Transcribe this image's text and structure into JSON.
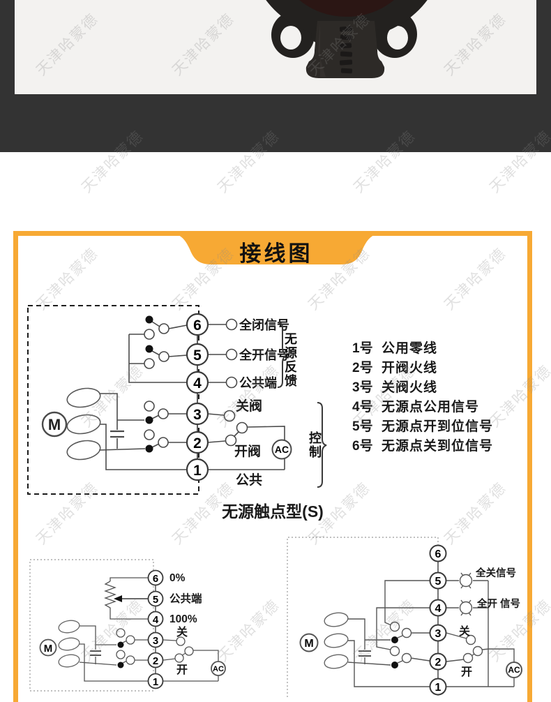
{
  "watermark": {
    "text": "天津哈蒙德"
  },
  "colors": {
    "accent_orange": "#F7A934",
    "frame_dark": "#333333"
  },
  "banner": {
    "title": "接线图"
  },
  "diagram_s": {
    "caption": "无源触点型(S)",
    "motor_label": "M",
    "ac_label": "AC",
    "terminals": [
      "6",
      "5",
      "4",
      "3",
      "2",
      "1"
    ],
    "contact_labels": {
      "t6": "全闭信号",
      "t5": "全开信号",
      "t4": "公共端",
      "t3": "关阀",
      "t2": "开阀",
      "t1": "公共"
    },
    "group_feedback": "无源反馈",
    "group_control": "控制"
  },
  "terminal_list": [
    {
      "num": "1号",
      "desc": "公用零线"
    },
    {
      "num": "2号",
      "desc": "开阀火线"
    },
    {
      "num": "3号",
      "desc": "关阀火线"
    },
    {
      "num": "4号",
      "desc": "无源点公用信号"
    },
    {
      "num": "5号",
      "desc": "无源点开到位信号"
    },
    {
      "num": "6号",
      "desc": "无源点关到位信号"
    }
  ],
  "diagram_pot": {
    "motor_label": "M",
    "ac_label": "AC",
    "terminals": [
      "6",
      "5",
      "4",
      "3",
      "2",
      "1"
    ],
    "labels": {
      "t6": "0%",
      "t5": "公共端",
      "t4": "100%",
      "t3": "关",
      "t2": "开"
    }
  },
  "diagram_lamp": {
    "motor_label": "M",
    "ac_label": "AC",
    "terminals": [
      "6",
      "5",
      "4",
      "3",
      "2",
      "1"
    ],
    "labels": {
      "t5": "全关信号",
      "t4": "全开 信号",
      "t3": "关",
      "t2": "开"
    }
  }
}
